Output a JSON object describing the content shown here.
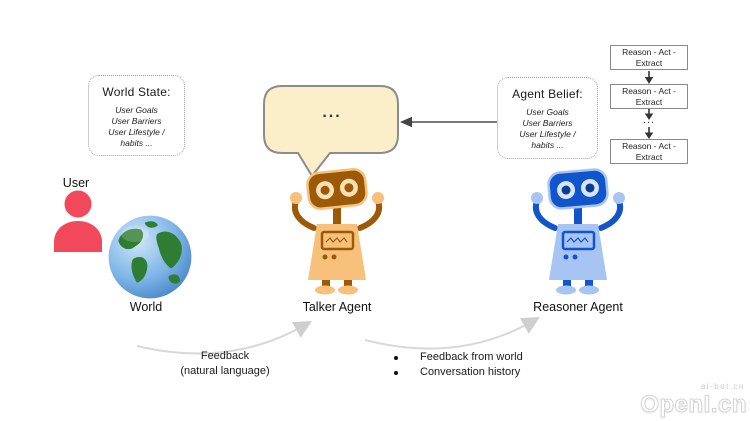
{
  "diagram": {
    "world_state": {
      "title": "World State:",
      "lines": [
        "User Goals",
        "User Barriers",
        "User Lifestyle /",
        "habits ..."
      ]
    },
    "agent_belief": {
      "title": "Agent Belief:",
      "lines": [
        "User Goals",
        "User Barriers",
        "User Lifestyle /",
        "habits ..."
      ]
    },
    "speech_bubble": {
      "text": "..."
    },
    "reason_stack": {
      "box_label": "Reason - Act - Extract",
      "ellipsis": "..."
    },
    "entities": {
      "user": "User",
      "world": "World",
      "talker": "Talker Agent",
      "reasoner": "Reasoner Agent"
    },
    "flows": {
      "world_to_talker": {
        "line1": "Feedback",
        "line2": "(natural language)"
      },
      "talker_to_reasoner": {
        "bullets": [
          "Feedback from world",
          "Conversation history"
        ]
      }
    }
  },
  "watermark": {
    "small": "ai-bot.cn",
    "large": "OpenI.cn"
  },
  "colors": {
    "user_icon": "#F2485C",
    "talker_light": "#F7C17C",
    "talker_dark": "#9C5A08",
    "reasoner_light": "#A7C4F2",
    "reasoner_dark": "#1155CC",
    "bubble_fill": "#FBEFC9",
    "bubble_border": "#8C8C8C",
    "globe_ocean": "#7FB5E8",
    "globe_land": "#2F7D32",
    "curved_arrow": "#D5D5D5",
    "connector_arrow": "#555555"
  }
}
